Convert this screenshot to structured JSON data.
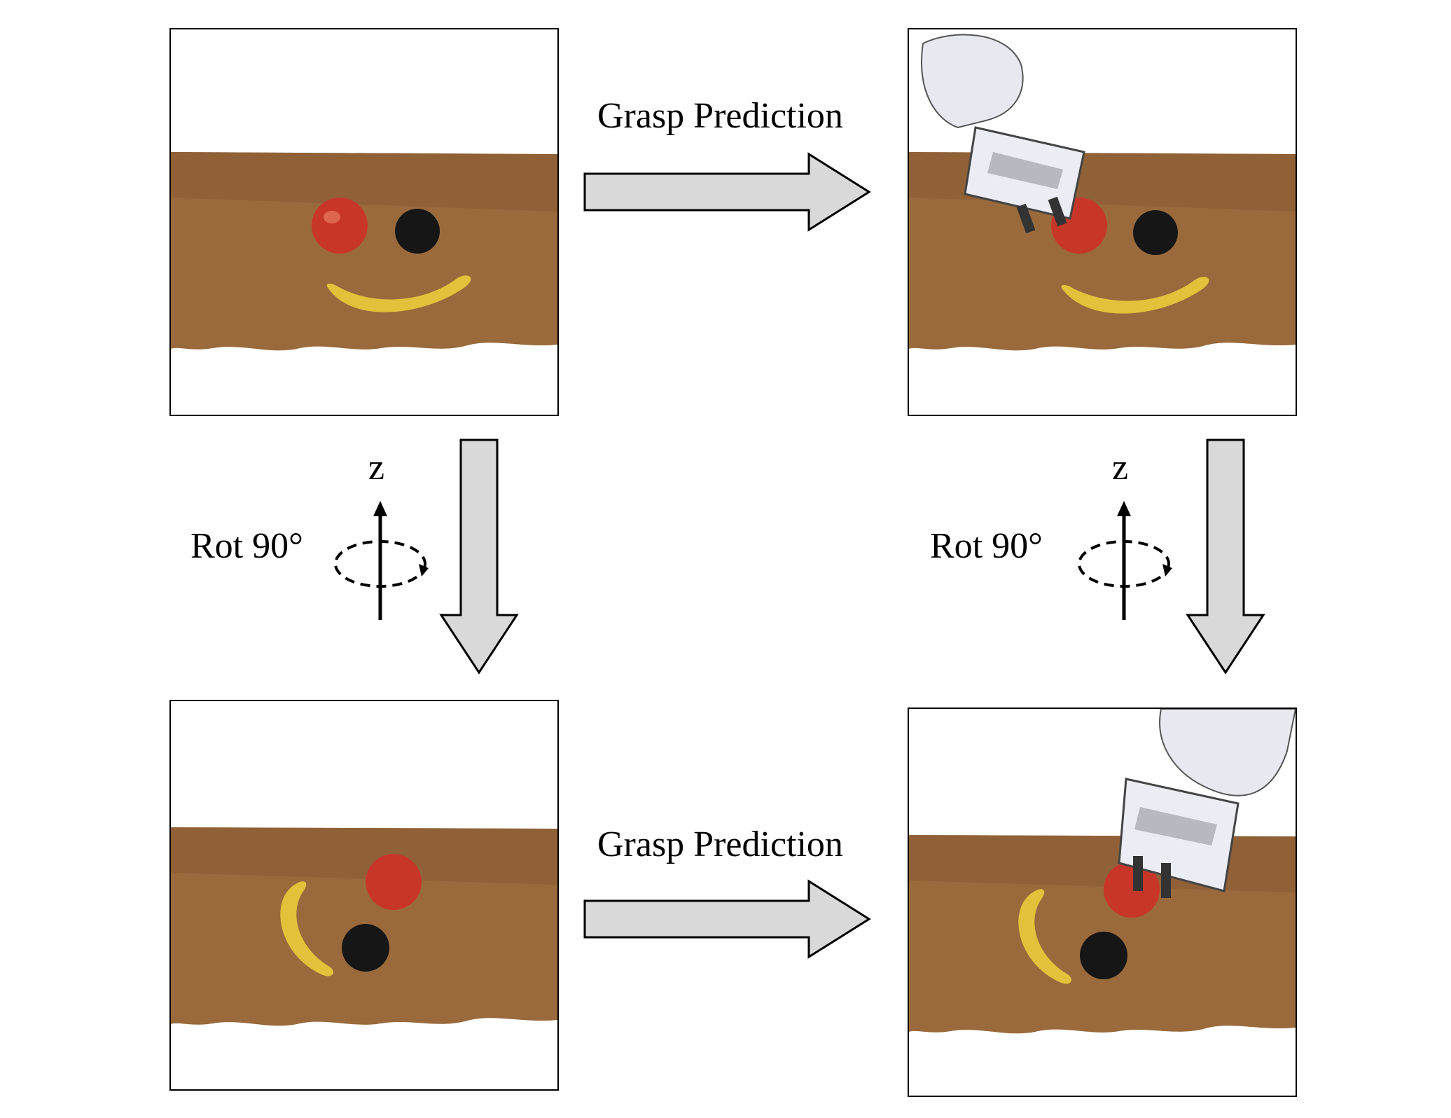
{
  "labels": {
    "grasp_top": "Grasp Prediction",
    "grasp_bottom": "Grasp Prediction",
    "rot_left": "Rot 90°",
    "rot_right": "Rot 90°",
    "axis_left": "z",
    "axis_right": "z"
  },
  "colors": {
    "table": "#9a6a3c",
    "arrow_fill": "#d9d9d9",
    "apple": "#c8362a",
    "plum": "#161616",
    "banana": "#e2c23a",
    "gripper": "#e8e8f0"
  },
  "panels": [
    {
      "name": "scene-original",
      "contents": [
        "apple",
        "plum",
        "banana"
      ]
    },
    {
      "name": "scene-original-grasp",
      "contents": [
        "apple",
        "plum",
        "banana",
        "gripper"
      ]
    },
    {
      "name": "scene-rotated",
      "contents": [
        "apple",
        "plum",
        "banana"
      ]
    },
    {
      "name": "scene-rotated-grasp",
      "contents": [
        "apple",
        "plum",
        "banana",
        "gripper"
      ]
    }
  ]
}
